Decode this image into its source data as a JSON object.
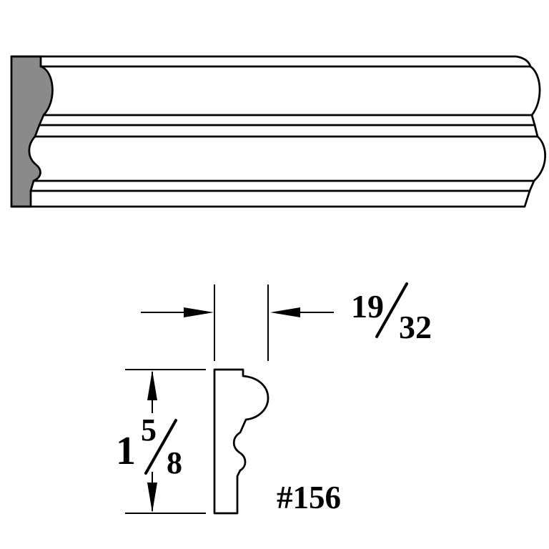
{
  "drawing": {
    "type": "molding-profile-drawing",
    "part_label": "#156",
    "width_fraction": {
      "numerator": "19",
      "denominator": "32"
    },
    "height_mixed": {
      "whole": "1",
      "numerator": "5",
      "denominator": "8"
    },
    "colors": {
      "outline": "#000000",
      "end_profile_fill": "#8a8a8a",
      "face_fill": "#ffffff"
    }
  }
}
